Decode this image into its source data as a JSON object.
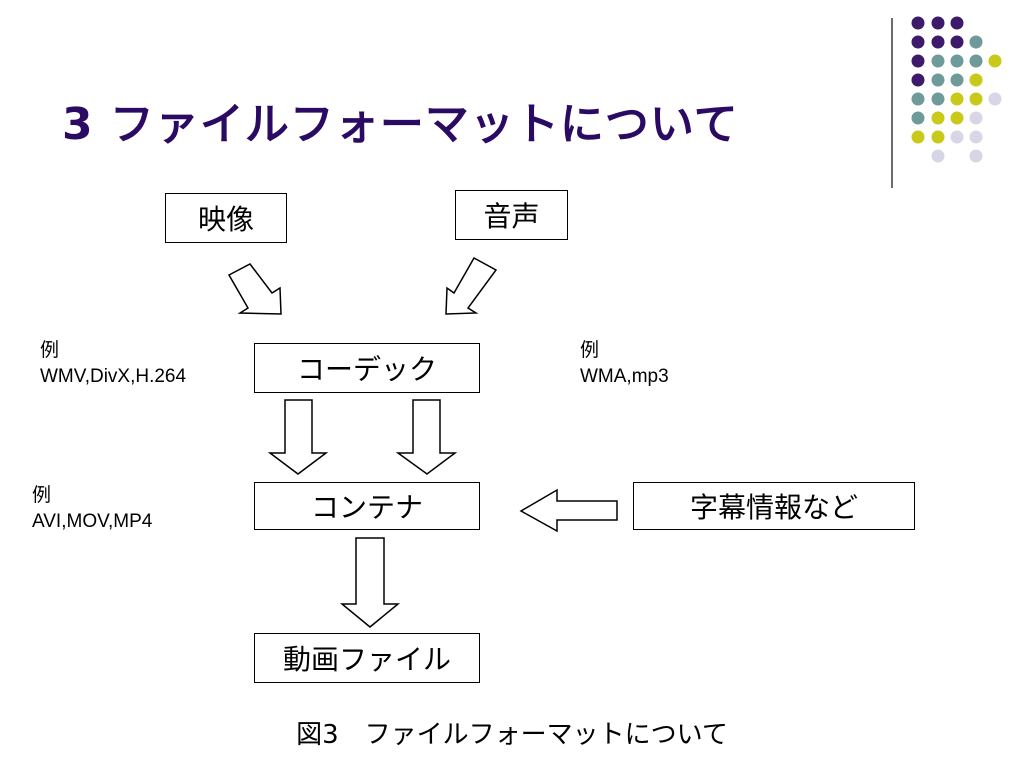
{
  "slide": {
    "title": "3 ファイルフォーマットについて",
    "accent_color": "#2b0a63",
    "dot_colors": [
      "#3d1a6b",
      "#6f9a9a",
      "#c9c91a",
      "#d6d6e6"
    ]
  },
  "diagram": {
    "video_label": "映像",
    "audio_label": "音声",
    "codec_label": "コーデック",
    "container_label": "コンテナ",
    "subtitle_label": "字幕情報など",
    "movie_file_label": "動画ファイル",
    "video_codec_example": {
      "prefix": "例",
      "values": "WMV,DivX,H.264"
    },
    "audio_codec_example": {
      "prefix": "例",
      "values": "WMA,mp3"
    },
    "container_example": {
      "prefix": "例",
      "values": "AVI,MOV,MP4"
    }
  },
  "caption": {
    "figure_number": "図3",
    "text": "ファイルフォーマットについて"
  }
}
